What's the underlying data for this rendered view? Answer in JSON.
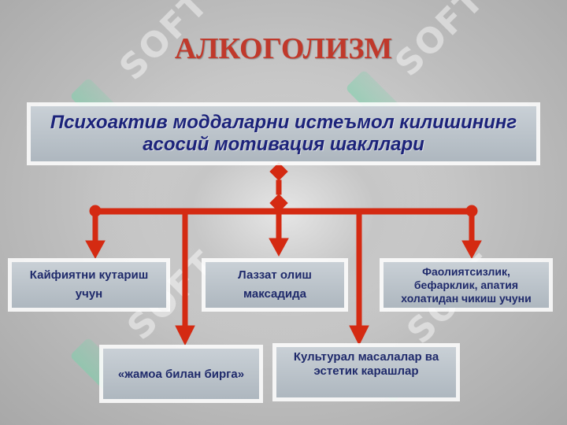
{
  "title": "АЛКОГОЛИЗМ",
  "main_box": {
    "line1": "Психоактив моддаларни истеъмол килишининг",
    "line2": "асосий мотивация шакллари"
  },
  "nodes": {
    "mood": {
      "line1": "Кайфиятни кутариш",
      "line2": "учун"
    },
    "pleasure": {
      "line1": "Лаззат олиш",
      "line2": "максадида"
    },
    "escape": {
      "line1": "Фаолиятсизлик,",
      "line2": "бефарклик, апатия",
      "line3": "холатидан чикиш учуни"
    },
    "group": {
      "line1": "«жамоа билан бирга»"
    },
    "culture": {
      "line1": "Культурал масалалар ва",
      "line2": "эстетик карашлар"
    }
  },
  "watermark": {
    "text": "SOFT"
  },
  "colors": {
    "title": "#c0392b",
    "connector": "#d42a12",
    "box_text": "#1f2a6b"
  }
}
